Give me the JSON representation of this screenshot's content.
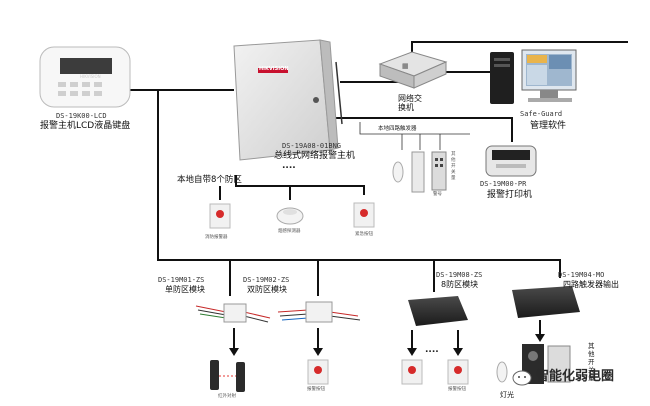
{
  "keyboard": {
    "model": "DS-19K00-LCD",
    "name": "报警主机LCD液晶键盘"
  },
  "host": {
    "model": "DS-19A08-01BNG",
    "name": "总线式网络报警主机",
    "brand": "HIKVISION"
  },
  "switch": {
    "name": "网络交换机"
  },
  "software": {
    "model": "Safe-Guard",
    "name": "管理软件"
  },
  "printer": {
    "model": "DS-19M00-PR",
    "name": "报警打印机"
  },
  "local_zones": {
    "label": "本地自带8个防区"
  },
  "local_trigger": {
    "label": "本地四路触发器",
    "device_note": "其他开关量",
    "siren_label": "警号"
  },
  "ellipsis": "....",
  "local_detectors": [
    {
      "label": "消防报警器"
    },
    {
      "label": "烟感探测器"
    },
    {
      "label": "紧急按钮"
    }
  ],
  "modules": [
    {
      "model": "DS-19M01-ZS",
      "name": "单防区模块"
    },
    {
      "model": "DS-19M02-ZS",
      "name": "双防区模块"
    },
    {
      "model": "DS-19M08-ZS",
      "name": "8防区模块"
    },
    {
      "model": "DS-19M04-MO",
      "name": "四路触发器输出"
    }
  ],
  "bottom_devices": {
    "infrared_label": "红外对射",
    "button1_label": "报警按钮",
    "button2_label": "",
    "button3_label": "报警按钮",
    "light_label": "灯光",
    "other_label": "其他开关量"
  },
  "watermark": {
    "text": "智能化弱电圈"
  },
  "colors": {
    "line": "#111111",
    "arrow": "#111111",
    "panel": "#e6e6e6",
    "module_dark": "#2b2b2b",
    "brand_red": "#c8102e"
  }
}
